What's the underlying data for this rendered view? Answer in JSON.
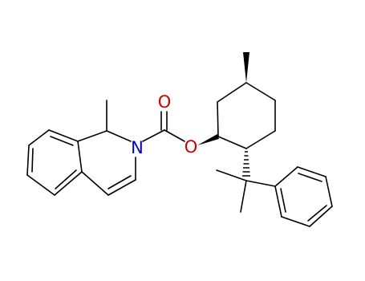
{
  "atoms": {
    "nitrogen": {
      "label": "N",
      "color": "#0000cc"
    },
    "carbonyl_oxygen": {
      "label": "O",
      "color": "#cc0000"
    },
    "ester_oxygen": {
      "label": "O",
      "color": "#cc0000"
    }
  }
}
